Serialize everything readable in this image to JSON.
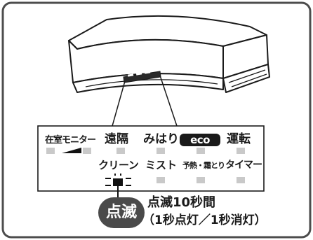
{
  "labels": {
    "zaishitsu_monitor": "在室モニター",
    "enkaku": "遠隔",
    "mihari": "みはり",
    "eco": "eco",
    "unten": "運転",
    "clean": "クリーン",
    "mist": "ミスト",
    "yonetsu_shimotori": "予熱・霜とり",
    "timer": "タイマー"
  },
  "badge": "点滅",
  "note": {
    "line1": "点滅10秒間",
    "line2": "（1秒点灯／1秒消灯）"
  },
  "colors": {
    "frame": "#4d4d4d",
    "led_off": "#c9c9c9",
    "led_on": "#111111",
    "badge_bg": "#4a4a4a",
    "eco_bg": "#1a1a1a"
  }
}
